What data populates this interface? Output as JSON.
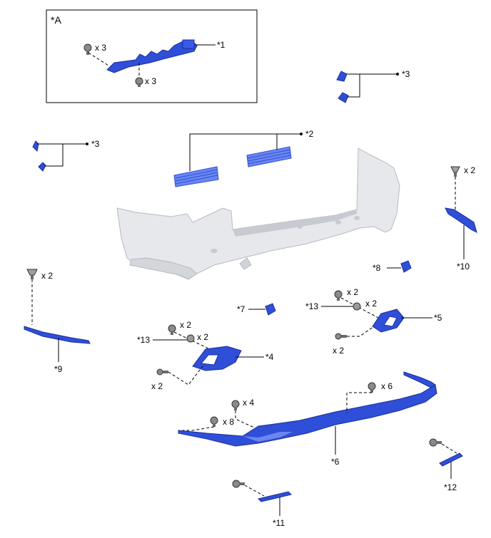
{
  "inset": {
    "label": "*A"
  },
  "callouts": {
    "c1": "*1",
    "c2": "*2",
    "c3a": "*3",
    "c3b": "*3",
    "c4": "*4",
    "c5": "*5",
    "c6": "*6",
    "c7": "*7",
    "c8": "*8",
    "c9": "*9",
    "c10": "*10",
    "c11": "*11",
    "c12": "*12",
    "c13a": "*13",
    "c13b": "*13"
  },
  "quantities": {
    "a_clip_top": "x 3",
    "a_clip_bottom": "x 3",
    "b9": "x 2",
    "b10": "x 2",
    "l_nut": "x 2",
    "l_clip": "x 2",
    "l_screw": "x 2",
    "r_nut": "x 2",
    "r_clip": "x 2",
    "r_screw": "x 2",
    "s_x6": "x 6",
    "s_x4": "x 4",
    "s_x8": "x 8"
  },
  "colors": {
    "part_blue": "#2f4fd8",
    "part_blue_dark": "#1a2f9c",
    "bumper_fill": "#e6e8ec",
    "bumper_shade": "#c7cad0",
    "line": "#000000"
  }
}
